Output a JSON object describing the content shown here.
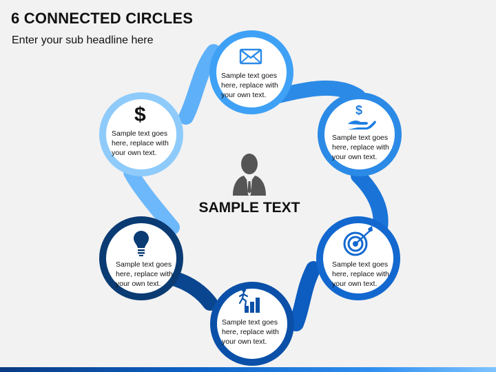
{
  "title": "6 CONNECTED CIRCLES",
  "subtitle": "Enter your sub headline here",
  "center": {
    "label": "SAMPLE TEXT",
    "icon": "person-icon"
  },
  "colors": {
    "top": "#3fa1f5",
    "top_right": "#2b8ae6",
    "bottom_right": "#1268cf",
    "bottom": "#0b50a8",
    "bottom_left": "#0a3b73",
    "top_left": "#8ecbfb"
  },
  "nodes": [
    {
      "id": "top",
      "icon": "envelope-icon",
      "text": [
        "Sample text goes",
        "here, replace with",
        "your own text."
      ]
    },
    {
      "id": "top-right",
      "icon": "money-hand-icon",
      "text": [
        "Sample text goes",
        "here, replace with",
        "your own text."
      ]
    },
    {
      "id": "bottom-right",
      "icon": "target-icon",
      "text": [
        "Sample text goes",
        "here, replace with",
        "your own text."
      ]
    },
    {
      "id": "bottom",
      "icon": "growth-stairs-icon",
      "text": [
        "Sample text goes",
        "here, replace with",
        "your own text."
      ]
    },
    {
      "id": "bottom-left",
      "icon": "lightbulb-icon",
      "text": [
        "Sample text goes",
        "here, replace with",
        "your own text."
      ]
    },
    {
      "id": "top-left",
      "icon": "dollar-icon",
      "text": [
        "Sample text goes",
        "here, replace with",
        "your own text."
      ]
    }
  ]
}
